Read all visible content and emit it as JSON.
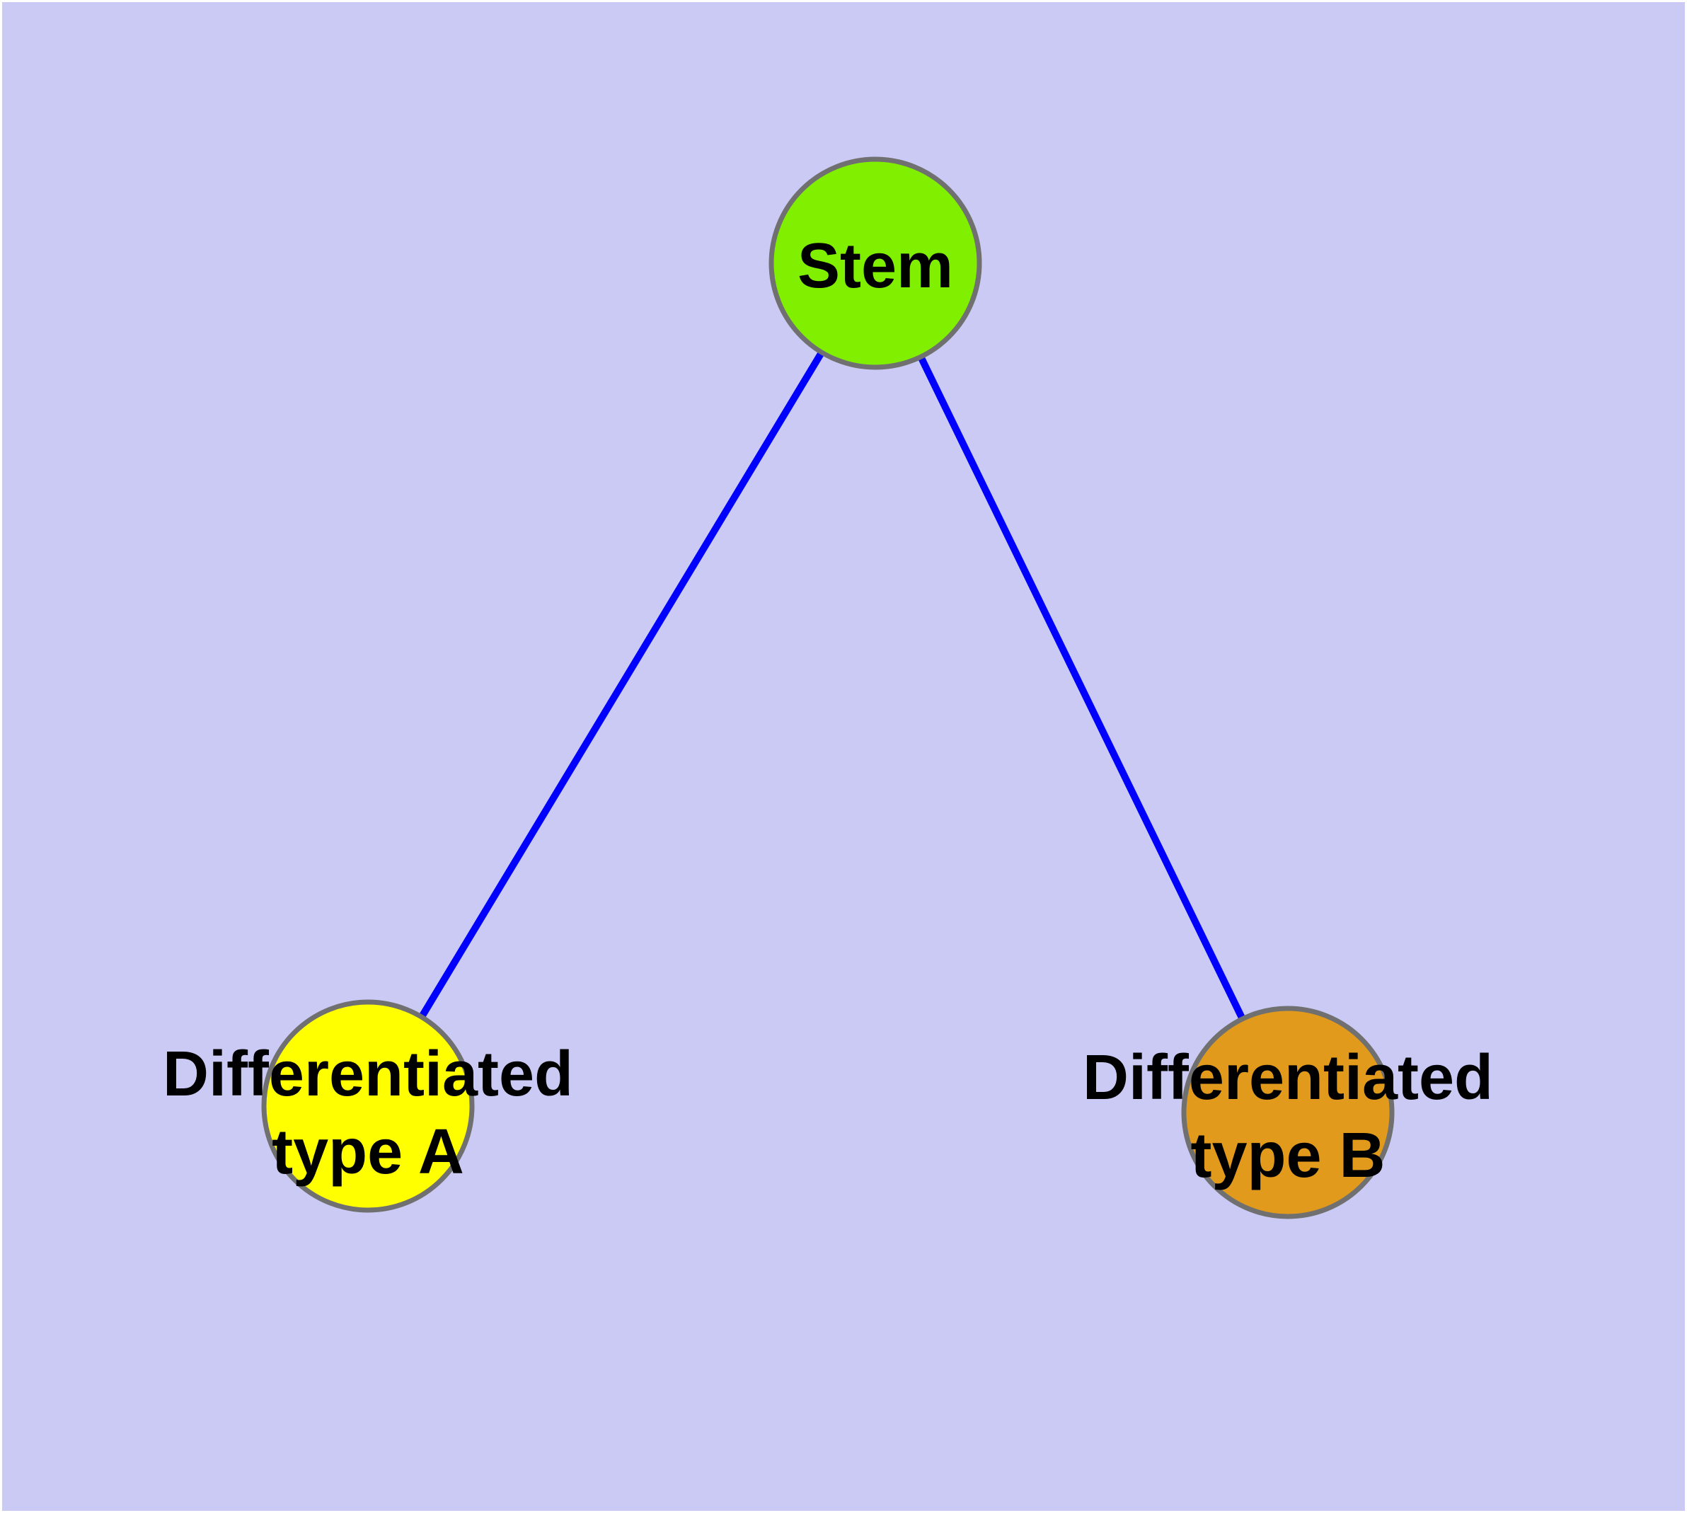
{
  "diagram": {
    "type": "graph",
    "background_color": "#cacaf5",
    "page_border_color": "#ffffff",
    "node_border_color": "#707070",
    "label_color": "#000000",
    "nodes": [
      {
        "id": "stem",
        "label_lines": [
          "Stem"
        ],
        "color": "#80f000"
      },
      {
        "id": "type-a",
        "label_lines": [
          "Differentiated",
          "type A"
        ],
        "color": "#ffff00"
      },
      {
        "id": "type-b",
        "label_lines": [
          "Differentiated",
          "type B"
        ],
        "color": "#e19a1c"
      }
    ],
    "edges": [
      {
        "from": "stem",
        "to": "type-a",
        "color": "#0000ff"
      },
      {
        "from": "stem",
        "to": "type-b",
        "color": "#0000ff"
      }
    ]
  }
}
